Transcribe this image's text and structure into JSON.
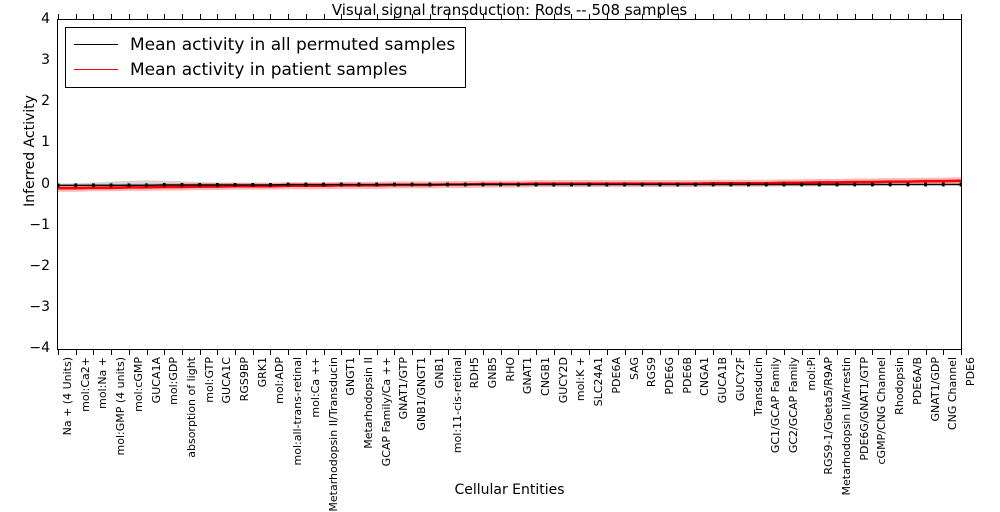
{
  "chart_data": {
    "type": "line",
    "title": "Visual signal transduction: Rods -- 508 samples",
    "xlabel": "Cellular Entities",
    "ylabel": "Inferred Activity",
    "ylim": [
      -4,
      4
    ],
    "yticks": [
      4,
      3,
      2,
      1,
      0,
      -1,
      -2,
      -3,
      -4
    ],
    "ytick_labels": [
      "4",
      "3",
      "2",
      "1",
      "0",
      "−1",
      "−2",
      "−3",
      "−4"
    ],
    "grid": false,
    "legend_position": "upper left",
    "colors": {
      "permuted": "#000000",
      "patient": "#ff0000",
      "band": "#b0b0b0"
    },
    "categories": [
      "Na + (4 Units)",
      "mol:Ca2+",
      "mol:Na +",
      "mol:GMP (4 units)",
      "mol:cGMP",
      "GUCA1A",
      "mol:GDP",
      "absorption of light",
      "mol:GTP",
      "GUCA1C",
      "RGS9BP",
      "GRK1",
      "mol:ADP",
      "mol:all-trans-retinal",
      "mol:Ca ++",
      "Metarhodopsin II/Transducin",
      "GNGT1",
      "Metarhodopsin II",
      "GCAP Family/Ca ++",
      "GNAT1/GTP",
      "GNB1/GNGT1",
      "GNB1",
      "mol:11-cis-retinal",
      "RDH5",
      "GNB5",
      "RHO",
      "GNAT1",
      "CNGB1",
      "GUCY2D",
      "mol:K +",
      "SLC24A1",
      "PDE6A",
      "SAG",
      "RGS9",
      "PDE6G",
      "PDE6B",
      "CNGA1",
      "GUCA1B",
      "GUCY2F",
      "Transducin",
      "GC1/GCAP Family",
      "GC2/GCAP Family",
      "mol:Pi",
      "RGS9-1/Gbeta5/R9AP",
      "Metarhodopsin II/Arrestin",
      "PDE6G/GNAT1/GTP",
      "cGMP/CNG Channel",
      "Rhodopsin",
      "PDE6A/B",
      "GNAT1/GDP",
      "CNG Channel",
      "PDE6"
    ],
    "series": [
      {
        "name": "Mean activity in all permuted samples",
        "color": "#000000",
        "values": [
          -0.02,
          -0.02,
          -0.02,
          -0.02,
          -0.02,
          -0.02,
          -0.01,
          -0.01,
          -0.01,
          -0.01,
          -0.01,
          -0.01,
          -0.01,
          0.0,
          0.0,
          0.0,
          0.0,
          0.0,
          0.0,
          0.0,
          0.0,
          0.0,
          0.0,
          0.0,
          0.0,
          0.0,
          0.0,
          0.0,
          0.0,
          0.0,
          0.0,
          0.0,
          0.0,
          0.0,
          0.0,
          0.0,
          0.0,
          0.0,
          0.0,
          0.0,
          0.0,
          0.0,
          0.0,
          0.0,
          0.0,
          0.0,
          0.0,
          0.0,
          0.0,
          0.0,
          0.0,
          0.0
        ]
      },
      {
        "name": "Mean activity in patient samples",
        "color": "#ff0000",
        "values": [
          -0.09,
          -0.09,
          -0.08,
          -0.08,
          -0.07,
          -0.07,
          -0.06,
          -0.06,
          -0.05,
          -0.05,
          -0.04,
          -0.04,
          -0.04,
          -0.03,
          -0.03,
          -0.03,
          -0.02,
          -0.02,
          -0.02,
          -0.01,
          -0.01,
          -0.01,
          0.0,
          0.0,
          0.01,
          0.01,
          0.01,
          0.02,
          0.02,
          0.02,
          0.02,
          0.02,
          0.02,
          0.02,
          0.02,
          0.02,
          0.02,
          0.03,
          0.03,
          0.03,
          0.03,
          0.04,
          0.04,
          0.05,
          0.05,
          0.06,
          0.06,
          0.07,
          0.07,
          0.08,
          0.08,
          0.09
        ]
      }
    ],
    "band": {
      "name": "permuted-sample-spread",
      "color": "#b0b0b0",
      "upper": [
        0.02,
        0.03,
        0.05,
        0.07,
        0.09,
        0.1,
        0.09,
        0.08,
        0.06,
        0.05,
        0.04,
        0.03,
        0.02,
        0.02,
        0.01,
        0.01,
        0.01,
        0.01,
        0.01,
        0.01,
        0.01,
        0.01,
        0.01,
        0.01,
        0.01,
        0.01,
        0.01,
        0.01,
        0.01,
        0.01,
        0.01,
        0.01,
        0.01,
        0.01,
        0.01,
        0.01,
        0.01,
        0.01,
        0.01,
        0.01,
        0.01,
        0.01,
        0.01,
        0.01,
        0.01,
        0.01,
        0.01,
        0.01,
        0.01,
        0.01,
        0.01,
        0.01
      ],
      "lower": [
        -0.05,
        -0.06,
        -0.07,
        -0.08,
        -0.09,
        -0.1,
        -0.09,
        -0.08,
        -0.07,
        -0.06,
        -0.05,
        -0.04,
        -0.04,
        -0.03,
        -0.03,
        -0.02,
        -0.02,
        -0.02,
        -0.01,
        -0.01,
        -0.01,
        -0.01,
        -0.01,
        -0.01,
        -0.01,
        -0.01,
        -0.01,
        -0.01,
        -0.01,
        -0.01,
        -0.01,
        -0.01,
        -0.01,
        -0.01,
        -0.01,
        -0.01,
        -0.01,
        -0.01,
        -0.01,
        -0.01,
        -0.01,
        -0.01,
        -0.01,
        -0.01,
        -0.01,
        -0.01,
        -0.01,
        -0.01,
        -0.01,
        -0.01,
        -0.01,
        -0.01
      ]
    }
  },
  "legend": {
    "entries": [
      {
        "label": "Mean activity in all permuted samples",
        "color": "#000000"
      },
      {
        "label": "Mean activity in patient samples",
        "color": "#ff0000"
      }
    ]
  }
}
